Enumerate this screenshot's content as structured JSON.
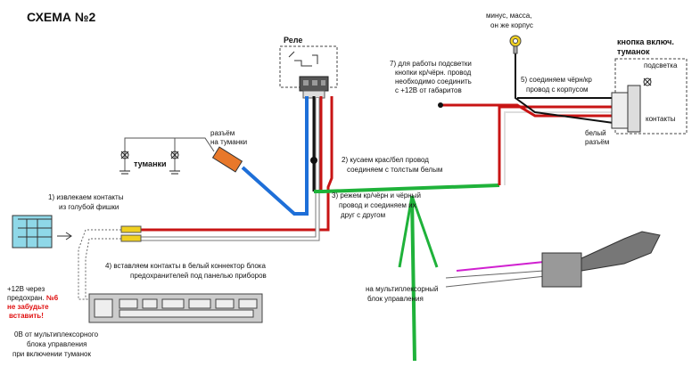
{
  "title": "СХЕМА №2",
  "labels": {
    "relay": "Реле",
    "fog_connector_l1": "разъём",
    "fog_connector_l2": "на туманки",
    "fog_lights": "туманки",
    "minus_l1": "минус, масса,",
    "minus_l2": "он же корпус",
    "button_l1": "кнопка включ.",
    "button_l2": "туманок",
    "backlight": "подсветка",
    "contacts": "контакты",
    "white_conn_l1": "белый",
    "white_conn_l2": "разъём",
    "step1_l1": "1)  извлекаем контакты",
    "step1_l2": "из голубой фишки",
    "step2_l1": "2) кусаем крас/бел провод",
    "step2_l2": "соединяем с толстым белым",
    "step3_l1": "3) режем кр/чёрн и чёрный",
    "step3_l2": "провод и соединяем их",
    "step3_l3": "друг с другом",
    "step4_l1": "4) вставляем контакты в белый коннектор блока",
    "step4_l2": "предохранителей под панелью приборов",
    "step5_l1": "5) соединяем чёрн/кр",
    "step5_l2": "провод с корпусом",
    "step7_l1": "7) для работы подсветки",
    "step7_l2": "кнопки кр/чёрн. провод",
    "step7_l3": "необходимо соединить",
    "step7_l4": "с +12В от габаритов",
    "fuse_l1": "+12В через",
    "fuse_l2": "предохран. ",
    "fuse_red1": "№6",
    "fuse_red2": "не забудьте",
    "fuse_red3": "вставить!",
    "zero_l1": "0В от мультиплексорного",
    "zero_l2": "блока управления",
    "zero_l3": "при включении туманок",
    "mux_l1": "на мультиплексорный",
    "mux_l2": "блок управления"
  },
  "colors": {
    "red_wire": "#c81414",
    "blue_wire": "#1e6fd8",
    "black_wire": "#111111",
    "green_wire": "#1fb23a",
    "orange_connector": "#e8782a",
    "blue_block": "#8fd8e8",
    "magenta_wire": "#d020d0"
  }
}
